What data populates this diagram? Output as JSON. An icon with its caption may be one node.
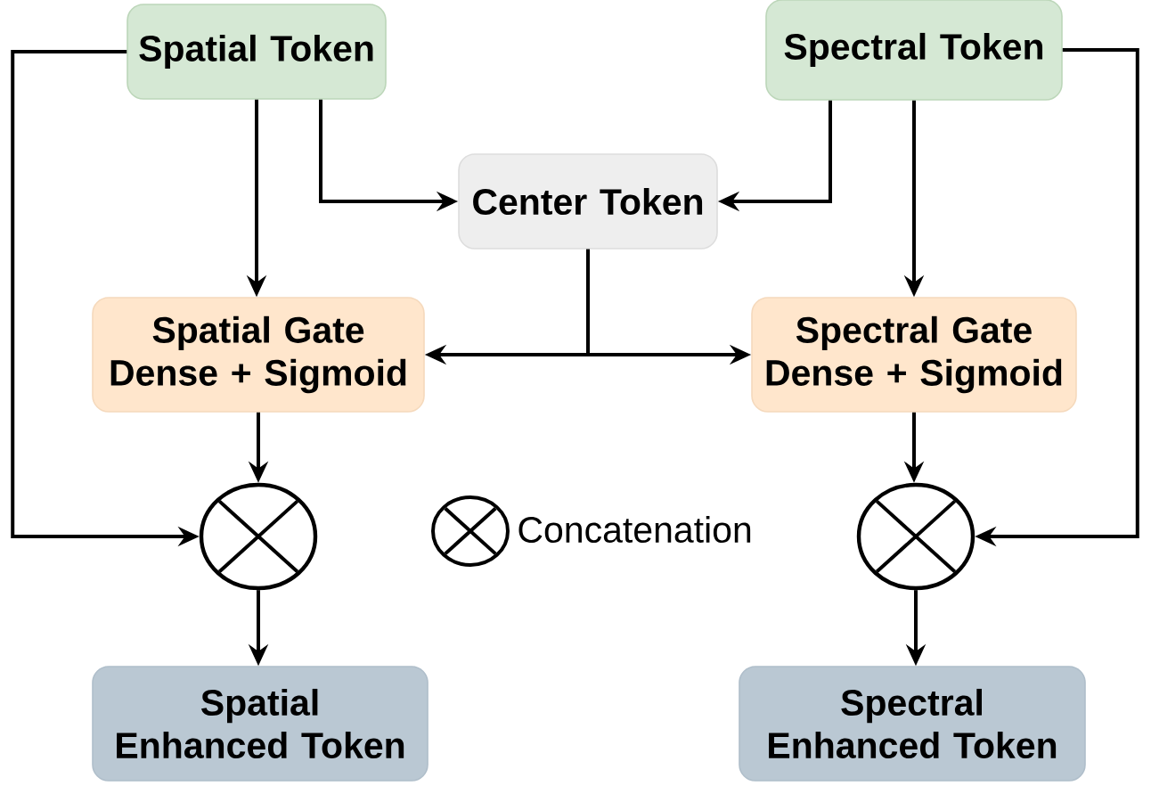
{
  "diagram": {
    "nodes": [
      {
        "text": [
          "Spatial Token"
        ]
      },
      {
        "text": [
          "Spectral Token"
        ]
      },
      {
        "text": [
          "Center Token"
        ]
      },
      {
        "text": [
          "Spatial Gate Dense + Sigmoid"
        ]
      },
      {
        "text": [
          "Spectral Gate Dense + Sigmoid"
        ]
      },
      {
        "text": [],
        "shape": "circle"
      },
      {
        "text": [],
        "shape": "circle"
      },
      {
        "text": [
          "Spatial Enhanced Token"
        ]
      },
      {
        "text": [
          "Spectral Enhanced Token"
        ]
      }
    ],
    "edges": [
      {
        "from": 0,
        "to": 3,
        "arrow": "to"
      },
      {
        "from": 0,
        "to": 2,
        "arrow": "to"
      },
      {
        "from": 1,
        "to": 2,
        "arrow": "to"
      },
      {
        "from": 1,
        "to": 4,
        "arrow": "to"
      },
      {
        "from": 2,
        "to": 3,
        "arrow": "to"
      },
      {
        "from": 2,
        "to": 4,
        "arrow": "to"
      },
      {
        "from": 0,
        "to": 5,
        "arrow": "to"
      },
      {
        "from": 1,
        "to": 6,
        "arrow": "to"
      },
      {
        "from": 3,
        "to": 5,
        "arrow": "to"
      },
      {
        "from": 4,
        "to": 6,
        "arrow": "to"
      },
      {
        "from": 5,
        "to": 7,
        "arrow": "to"
      },
      {
        "from": 6,
        "to": 8,
        "arrow": "to"
      }
    ],
    "legend": [
      {
        "text": "Concatenation"
      }
    ]
  }
}
